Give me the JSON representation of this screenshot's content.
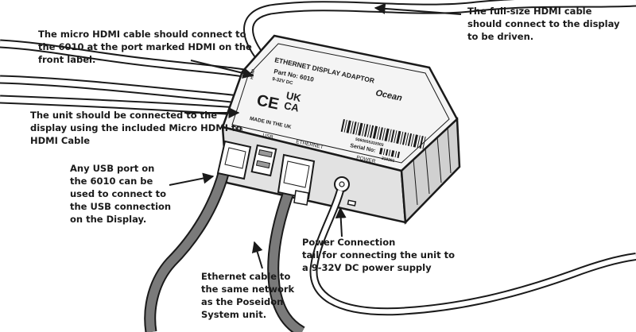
{
  "callouts": {
    "hdmi_full": "The full-size HDMI cable\nshould connect to the display\nto be driven.",
    "micro_hdmi": "The micro HDMI cable should connect to\nthe 6010 at the port marked HDMI on the\nfront label.",
    "unit_display": "The unit should be connected to the\ndisplay using the included Micro HDMI to\nHDMI Cable",
    "usb": "Any USB port on\nthe 6010 can be\nused to connect to\nthe USB connection\non the Display.",
    "power": "Power Connection\ntail for connecting the unit to\na 9-32V DC power supply",
    "ethernet": "Ethernet cable to\nthe same network\nas the Poseidon\nSystem unit."
  },
  "device": {
    "title": "ETHERNET DISPLAY ADAPTOR",
    "part_no": "Part No: 6010",
    "voltage": "9-32V DC",
    "ce": "CE",
    "ukca_top": "UK",
    "ukca_bottom": "CA",
    "made_in": "MADE IN THE UK",
    "brand": "Ocean",
    "barcode_number": "5060555332003",
    "serial_label": "Serial No:",
    "serial_number": "310391",
    "side_label": "HDMI"
  },
  "ports": {
    "usb1": "USB",
    "usb2": "USB",
    "ethernet": "ETHERNET",
    "power": "POWER"
  },
  "colors": {
    "ink": "#1a1a1a",
    "cable_fill": "#7a7a7a",
    "device_top": "#f4f4f4",
    "device_front": "#e2e2e2"
  }
}
